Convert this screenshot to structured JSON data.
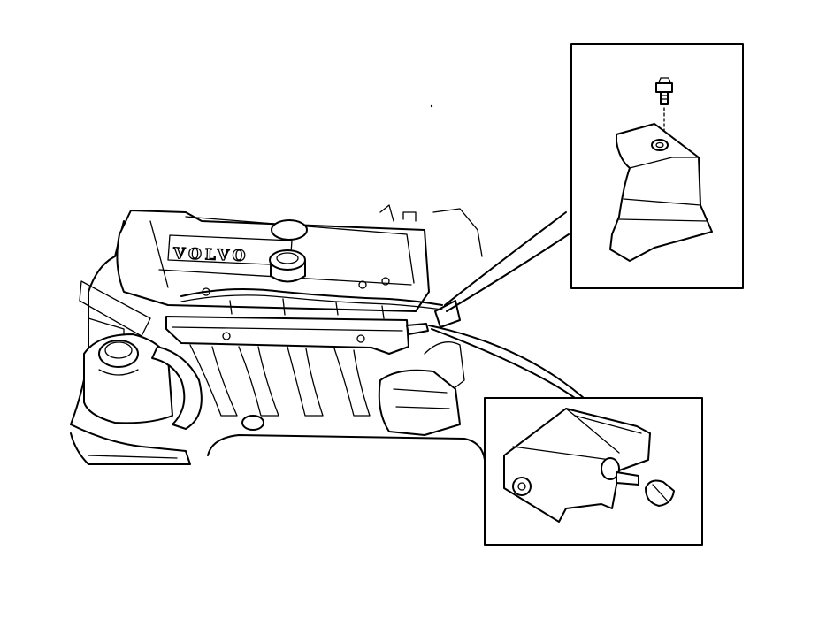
{
  "diagram": {
    "brand_lettering": "VOLVO",
    "main_view": "engine-bay-overview",
    "detail_views": [
      {
        "id": "top-right",
        "subject": "cover-bracket-with-bolt"
      },
      {
        "id": "bottom-right",
        "subject": "fuel-rail-end-with-cap"
      }
    ]
  }
}
